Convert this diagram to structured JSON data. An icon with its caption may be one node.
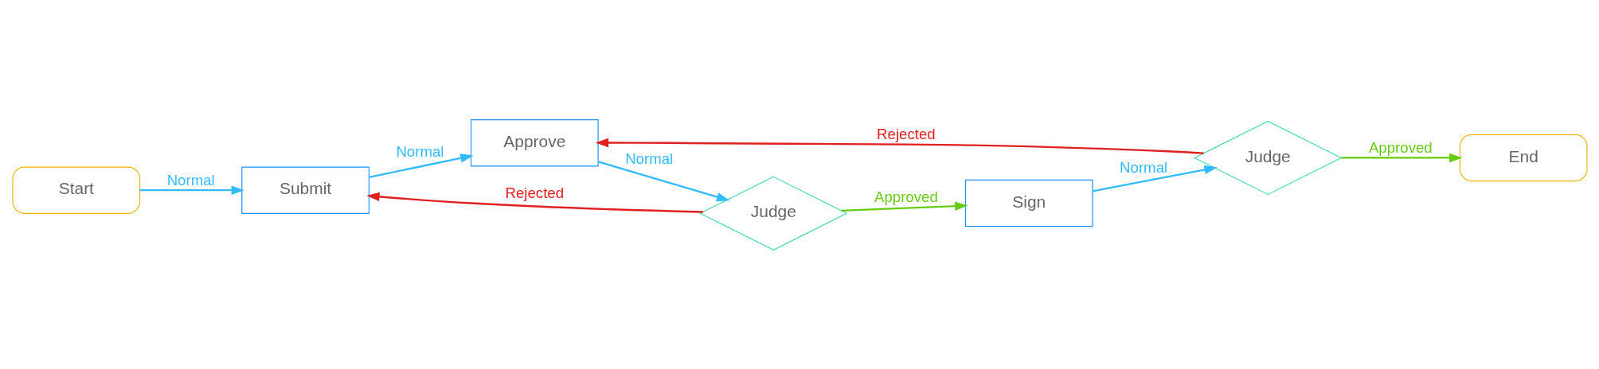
{
  "diagram": {
    "nodes": [
      {
        "text": [
          "Start"
        ]
      },
      {
        "text": [
          "Submit"
        ]
      },
      {
        "text": [
          "Approve"
        ]
      },
      {
        "text": [
          "Judge"
        ]
      },
      {
        "text": [
          "Sign"
        ]
      },
      {
        "text": [
          "Judge"
        ]
      },
      {
        "text": [
          "End"
        ]
      }
    ],
    "edges": [
      {
        "from": 0,
        "to": 1,
        "arrow": "to",
        "label": "Normal"
      },
      {
        "from": 1,
        "to": 2,
        "arrow": "to",
        "label": "Normal"
      },
      {
        "from": 2,
        "to": 3,
        "arrow": "to",
        "label": "Normal"
      },
      {
        "from": 3,
        "to": 1,
        "arrow": "to",
        "label": "Rejected",
        "color": "#e02020"
      },
      {
        "from": 3,
        "to": 4,
        "arrow": "to",
        "label": "Approved",
        "color": "#66cc11"
      },
      {
        "from": 4,
        "to": 5,
        "arrow": "to",
        "label": "Normal"
      },
      {
        "from": 5,
        "to": 6,
        "arrow": "to",
        "label": "Approved",
        "color": "#66cc11"
      },
      {
        "from": 5,
        "to": 2,
        "arrow": "to",
        "label": "Rejected",
        "color": "#e02020"
      }
    ]
  }
}
